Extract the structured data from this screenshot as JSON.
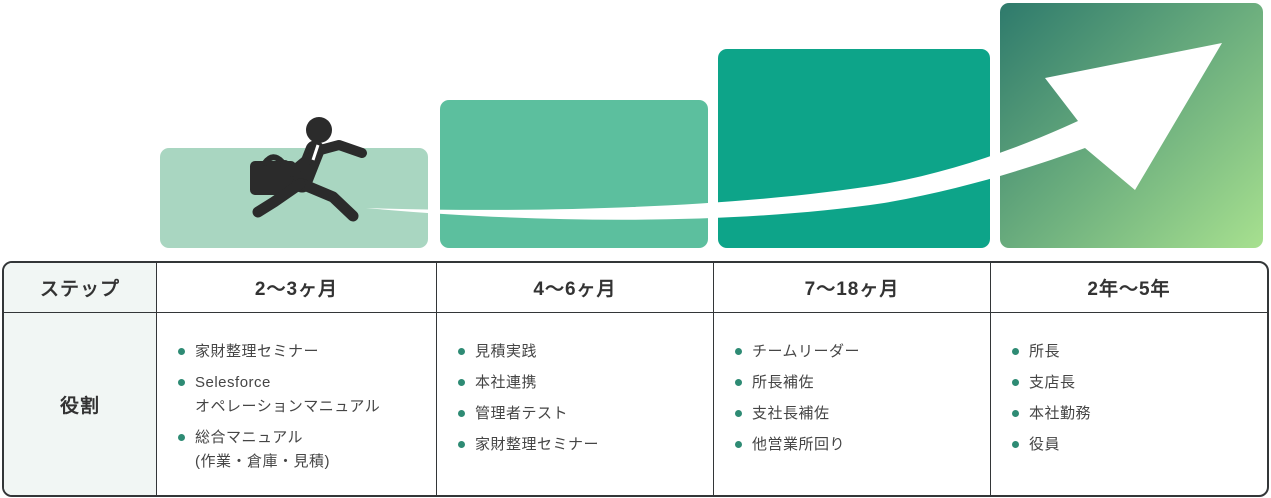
{
  "hero": {
    "bars": [
      {
        "name": "step-bar-1",
        "color": "#a9d6c1"
      },
      {
        "name": "step-bar-2",
        "color": "#5cbf9e"
      },
      {
        "name": "step-bar-3",
        "color": "#0da489"
      },
      {
        "name": "step-bar-4",
        "gradient_from": "#2e7a6c",
        "gradient_to": "#a7e08f"
      }
    ],
    "arrow_color": "#ffffff",
    "figure_icon": "running-businessman",
    "figure_color": "#2b2b2b"
  },
  "table": {
    "corner_header": "ステップ",
    "row_label": "役割",
    "bullet_color": "#2e8b74",
    "columns": [
      {
        "header": "2〜3ヶ月",
        "items": [
          [
            "家財整理セミナー"
          ],
          [
            "Selesforce",
            "オペレーションマニュアル"
          ],
          [
            "総合マニュアル",
            "(作業・倉庫・見積)"
          ]
        ]
      },
      {
        "header": "4〜6ヶ月",
        "items": [
          [
            "見積実践"
          ],
          [
            "本社連携"
          ],
          [
            "管理者テスト"
          ],
          [
            "家財整理セミナー"
          ]
        ]
      },
      {
        "header": "7〜18ヶ月",
        "items": [
          [
            "チームリーダー"
          ],
          [
            "所長補佐"
          ],
          [
            "支社長補佐"
          ],
          [
            "他営業所回り"
          ]
        ]
      },
      {
        "header": "2年〜5年",
        "items": [
          [
            "所長"
          ],
          [
            "支店長"
          ],
          [
            "本社勤務"
          ],
          [
            "役員"
          ]
        ]
      }
    ]
  }
}
